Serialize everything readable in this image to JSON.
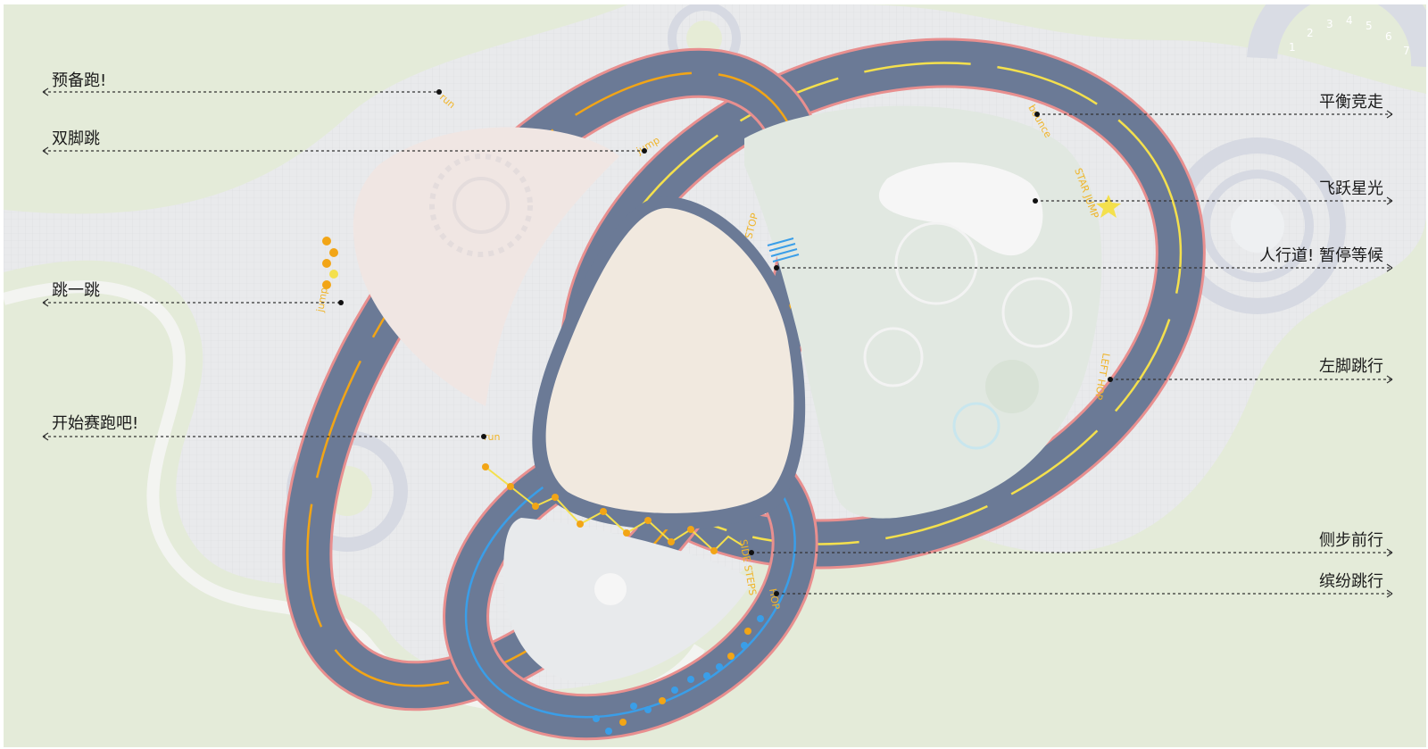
{
  "callouts_left": [
    {
      "label": "预备跑!"
    },
    {
      "label": "双脚跳"
    },
    {
      "label": "跳一跳"
    },
    {
      "label": "开始赛跑吧!"
    }
  ],
  "callouts_right": [
    {
      "label": "平衡竞走"
    },
    {
      "label": "飞跃星光"
    },
    {
      "label": "人行道! 暂停等候"
    },
    {
      "label": "左脚跳行"
    },
    {
      "label": "侧步前行"
    },
    {
      "label": "缤纷跳行"
    }
  ],
  "track_markings": {
    "run_top": "run",
    "jump_top": "jump",
    "jump_left": "jump",
    "run_bottom": "run",
    "stop": "STOP",
    "bounce": "bounce",
    "star_jump": "STAR JUMP",
    "left_hop": "LEFT HOP",
    "side_steps": "SIDE STEPS",
    "hop": "HOP"
  },
  "hopscotch_numbers": [
    "1",
    "2",
    "3",
    "4",
    "5",
    "6",
    "7"
  ],
  "colors": {
    "track": "#6b7a96",
    "track_edge": "#e88f8f",
    "lane_yellow": "#f4e04d",
    "lane_orange": "#f2a516",
    "lane_blue": "#3a9ee8",
    "background_green": "#e4ebd9",
    "infield_center": "#f1e9df",
    "infield_left": "#f0e6e3",
    "infield_right": "#e1e8e1",
    "infield_bottom": "#e8eaec"
  }
}
